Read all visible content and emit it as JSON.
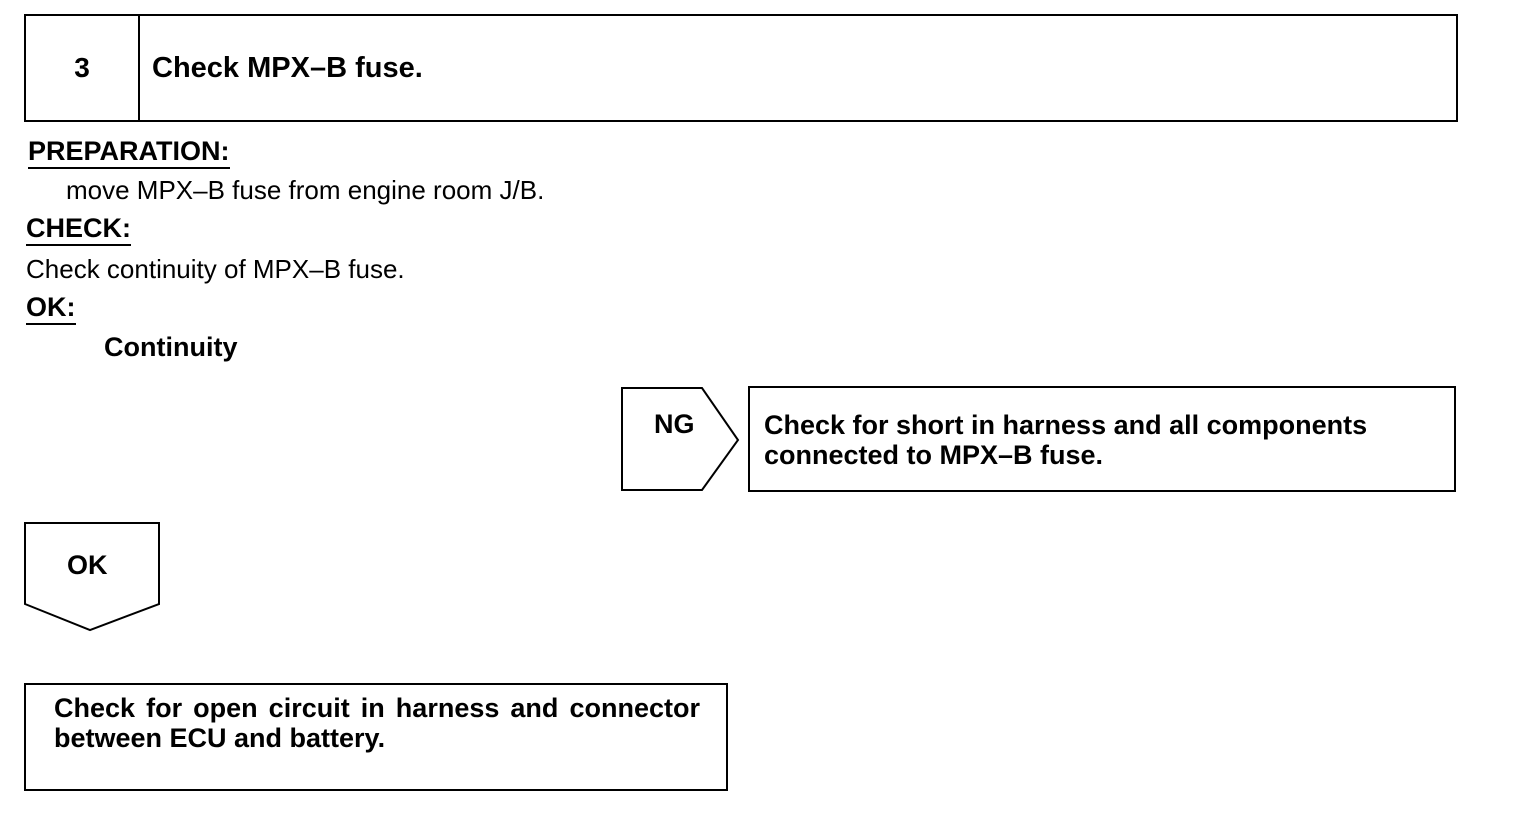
{
  "step": {
    "number": "3",
    "title": "Check MPX–B fuse."
  },
  "preparation": {
    "label": "PREPARATION:",
    "text": "move MPX–B fuse from engine room J/B."
  },
  "check": {
    "label": "CHECK:",
    "text": "Check continuity of MPX–B fuse."
  },
  "ok_spec": {
    "label": "OK:",
    "value": "Continuity"
  },
  "ng_branch": {
    "label": "NG",
    "result": "Check for short in harness and all components connected to MPX–B fuse."
  },
  "ok_branch": {
    "label": "OK",
    "result": "Check for open circuit in harness and connector between ECU and battery."
  }
}
